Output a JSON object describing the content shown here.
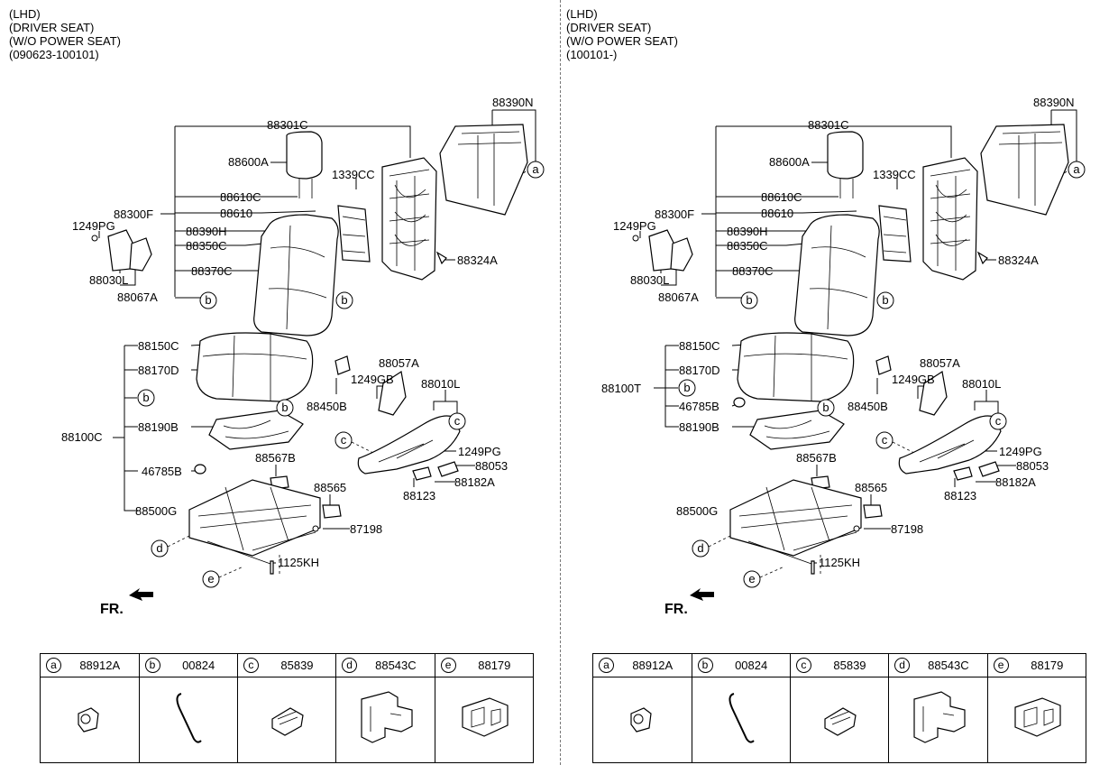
{
  "panels": [
    {
      "header": [
        "(LHD)",
        "(DRIVER SEAT)",
        "(W/O POWER SEAT)",
        "(090623-100101)"
      ],
      "labels": {
        "p88390N": "88390N",
        "p88301C": "88301C",
        "p88600A": "88600A",
        "p1339CC": "1339CC",
        "p88610C": "88610C",
        "p88300F": "88300F",
        "p88610": "88610",
        "p1249PG": "1249PG",
        "p88390H": "88390H",
        "p88350C": "88350C",
        "p88324A": "88324A",
        "p88370C": "88370C",
        "p88030L": "88030L",
        "p88067A": "88067A",
        "p88150C": "88150C",
        "p88170D": "88170D",
        "p88057A": "88057A",
        "p1249GB": "1249GB",
        "p88010L": "88010L",
        "p88450B": "88450B",
        "p88100": "88100C",
        "p88190B": "88190B",
        "p1249PG2": "1249PG",
        "p88053": "88053",
        "p88567B": "88567B",
        "p46785B": "46785B",
        "p88182A": "88182A",
        "p88123": "88123",
        "p88565": "88565",
        "p88500G": "88500G",
        "p87198": "87198",
        "p1125KH": "1125KH",
        "fr": "FR."
      }
    },
    {
      "header": [
        "(LHD)",
        "(DRIVER SEAT)",
        "(W/O POWER SEAT)",
        "(100101-)"
      ],
      "labels": {
        "p88390N": "88390N",
        "p88301C": "88301C",
        "p88600A": "88600A",
        "p1339CC": "1339CC",
        "p88610C": "88610C",
        "p88300F": "88300F",
        "p88610": "88610",
        "p1249PG": "1249PG",
        "p88390H": "88390H",
        "p88350C": "88350C",
        "p88324A": "88324A",
        "p88370C": "88370C",
        "p88030L": "88030L",
        "p88067A": "88067A",
        "p88150C": "88150C",
        "p88170D": "88170D",
        "p88057A": "88057A",
        "p1249GB": "1249GB",
        "p88010L": "88010L",
        "p88450B": "88450B",
        "p88100": "88100T",
        "p88190B": "88190B",
        "p1249PG2": "1249PG",
        "p88053": "88053",
        "p88567B": "88567B",
        "p46785B": "46785B",
        "p88182A": "88182A",
        "p88123": "88123",
        "p88565": "88565",
        "p88500G": "88500G",
        "p87198": "87198",
        "p1125KH": "1125KH",
        "fr": "FR."
      }
    }
  ],
  "legend": [
    {
      "key": "a",
      "code": "88912A"
    },
    {
      "key": "b",
      "code": "00824"
    },
    {
      "key": "c",
      "code": "85839"
    },
    {
      "key": "d",
      "code": "88543C"
    },
    {
      "key": "e",
      "code": "88179"
    }
  ]
}
